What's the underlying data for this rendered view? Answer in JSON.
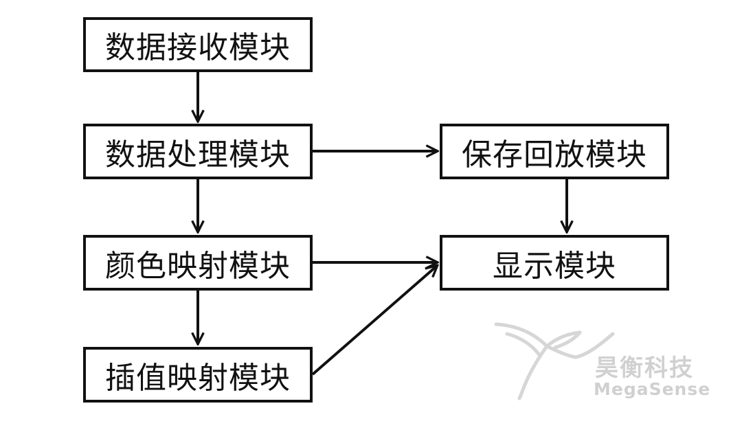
{
  "modules": {
    "receive": "数据接收模块",
    "process": "数据处理模块",
    "color_map": "颜色映射模块",
    "interp_map": "插值映射模块",
    "save_play": "保存回放模块",
    "display": "显示模块"
  },
  "watermark": {
    "brand_cn": "昊衡科技",
    "brand_en": "MegaSense",
    "logo_icon": "hummingbird-logo"
  },
  "colors": {
    "line": "#111111",
    "watermark": "#d0d0d0"
  }
}
